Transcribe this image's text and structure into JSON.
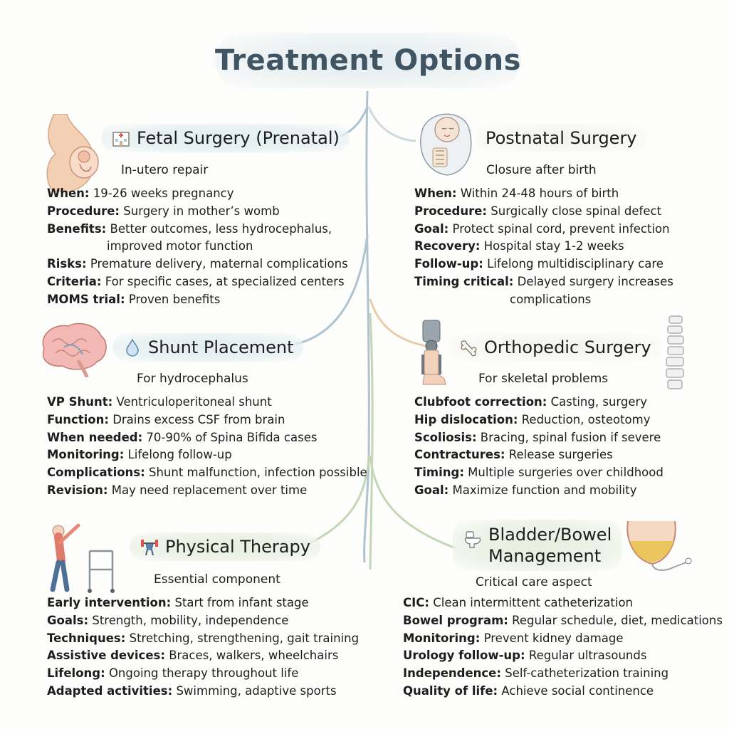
{
  "title": "Treatment Options",
  "sections": {
    "fetal": {
      "heading": "Fetal Surgery (Prenatal)",
      "subtitle": "In-utero repair",
      "rows": [
        {
          "label": "When:",
          "text": "19-26 weeks pregnancy"
        },
        {
          "label": "Procedure:",
          "text": "Surgery in mother’s womb"
        },
        {
          "label": "Benefits:",
          "text": "Better outcomes, less hydrocephalus,",
          "cont": "improved motor function"
        },
        {
          "label": "Risks:",
          "text": "Premature delivery, maternal complications"
        },
        {
          "label": "Criteria:",
          "text": "For specific cases, at specialized centers"
        },
        {
          "label": "MOMS trial:",
          "text": "Proven benefits"
        }
      ]
    },
    "postnatal": {
      "heading": "Postnatal Surgery",
      "subtitle": "Closure after birth",
      "rows": [
        {
          "label": "When:",
          "text": "Within 24-48 hours of birth"
        },
        {
          "label": "Procedure:",
          "text": "Surgically close spinal defect"
        },
        {
          "label": "Goal:",
          "text": "Protect spinal cord, prevent infection"
        },
        {
          "label": "Recovery:",
          "text": "Hospital stay 1-2 weeks"
        },
        {
          "label": "Follow-up:",
          "text": "Lifelong multidisciplinary care"
        },
        {
          "label": "Timing critical:",
          "text": "Delayed surgery increases",
          "cont": "complications"
        }
      ]
    },
    "shunt": {
      "heading": "Shunt Placement",
      "subtitle": "For hydrocephalus",
      "rows": [
        {
          "label": "VP Shunt:",
          "text": "Ventriculoperitoneal shunt"
        },
        {
          "label": "Function:",
          "text": "Drains excess CSF from brain"
        },
        {
          "label": "When needed:",
          "text": "70-90% of Spina Bifida cases"
        },
        {
          "label": "Monitoring:",
          "text": "Lifelong follow-up"
        },
        {
          "label": "Complications:",
          "text": "Shunt malfunction, infection possible"
        },
        {
          "label": "Revision:",
          "text": "May need replacement over time"
        }
      ]
    },
    "ortho": {
      "heading": "Orthopedic Surgery",
      "subtitle": "For skeletal problems",
      "rows": [
        {
          "label": "Clubfoot correction:",
          "text": "Casting, surgery"
        },
        {
          "label": "Hip dislocation:",
          "text": "Reduction, osteotomy"
        },
        {
          "label": "Scoliosis:",
          "text": "Bracing, spinal fusion if severe"
        },
        {
          "label": "Contractures:",
          "text": "Release surgeries"
        },
        {
          "label": "Timing:",
          "text": "Multiple surgeries over childhood"
        },
        {
          "label": "Goal:",
          "text": "Maximize function and mobility"
        }
      ]
    },
    "pt": {
      "heading": "Physical Therapy",
      "subtitle": "Essential component",
      "rows": [
        {
          "label": "Early intervention:",
          "text": "Start from infant stage"
        },
        {
          "label": "Goals:",
          "text": "Strength, mobility, independence"
        },
        {
          "label": "Techniques:",
          "text": "Stretching, strengthening, gait training"
        },
        {
          "label": "Assistive devices:",
          "text": "Braces, walkers, wheelchairs"
        },
        {
          "label": "Lifelong:",
          "text": "Ongoing therapy throughout life"
        },
        {
          "label": "Adapted activities:",
          "text": "Swimming, adaptive sports"
        }
      ]
    },
    "bladder": {
      "heading_line1": "Bladder/Bowel",
      "heading_line2": "Management",
      "subtitle": "Critical care aspect",
      "rows": [
        {
          "label": "CIC:",
          "text": "Clean intermittent catheterization"
        },
        {
          "label": "Bowel program:",
          "text": "Regular schedule, diet, medications"
        },
        {
          "label": "Monitoring:",
          "text": "Prevent kidney damage"
        },
        {
          "label": "Urology follow-up:",
          "text": "Regular ultrasounds"
        },
        {
          "label": "Independence:",
          "text": "Self-catheterization training"
        },
        {
          "label": "Quality of life:",
          "text": "Achieve social continence"
        }
      ]
    }
  },
  "colors": {
    "title": "#3f5563",
    "trunk_blue": "#a9bfcc",
    "trunk_green": "#b9cfae",
    "branch_tan": "#e2c9a2"
  }
}
